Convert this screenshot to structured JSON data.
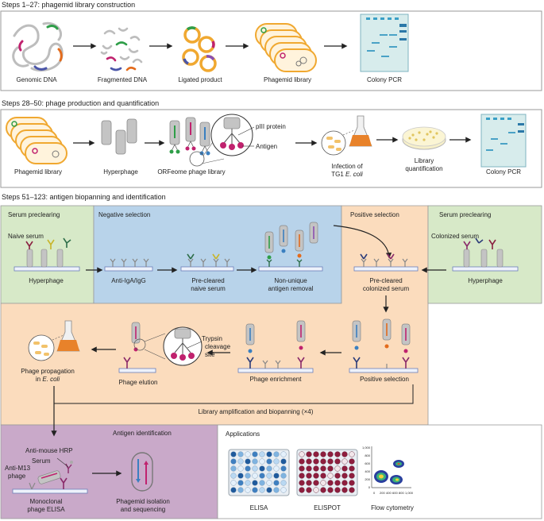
{
  "panel1": {
    "title": "Steps 1–27: phagemid library construction",
    "labels": [
      "Genomic DNA",
      "Fragmented DNA",
      "Ligated product",
      "Phagemid library",
      "Colony PCR"
    ]
  },
  "panel2": {
    "title": "Steps 28–50: phage production and quantification",
    "labels": [
      "Phagemid library",
      "Hyperphage",
      "ORFeome phage library"
    ],
    "callout_pIII": "pIII protein",
    "callout_antigen": "Antigen",
    "infection_line1": "Infection of",
    "infection_line2_prefix": "TG1 ",
    "infection_line2_italic": "E. coli",
    "quant_line1": "Library",
    "quant_line2": "quantification",
    "colony_pcr": "Colony PCR"
  },
  "panel3": {
    "title": "Steps 51–123: antigen biopanning and identification",
    "serum_preclearing_left": "Serum preclearing",
    "naive_serum": "Naive serum",
    "hyperphage_left": "Hyperphage",
    "negative_selection": "Negative selection",
    "anti_iga": "Anti-IgA/IgG",
    "precleared_naive_1": "Pre-cleared",
    "precleared_naive_2": "naive serum",
    "nonunique_1": "Non-unique",
    "nonunique_2": "antigen removal",
    "positive_selection_header": "Positive selection",
    "precleared_col_1": "Pre-cleared",
    "precleared_col_2": "colonized serum",
    "serum_preclearing_right": "Serum preclearing",
    "colonized_serum": "Colonized serum",
    "hyperphage_right": "Hyperphage",
    "phage_prop_1": "Phage propagation",
    "phage_prop_2_prefix": "in ",
    "phage_prop_2_italic": "E. coli",
    "trypsin_1": "Trypsin",
    "trypsin_2": "cleavage",
    "trypsin_3": "site",
    "phage_elution": "Phage elution",
    "phage_enrichment": "Phage enrichment",
    "positive_selection_step": "Positive selection",
    "amplification": "Library amplification and biopanning (×4)",
    "antigen_identification": "Antigen identification",
    "anti_mouse_hrp": "Anti-mouse HRP",
    "serum": "Serum",
    "anti_m13_1": "Anti-M13",
    "anti_m13_2": "phage",
    "monoclonal_1": "Monoclonal",
    "monoclonal_2": "phage ELISA",
    "phagemid_iso_1": "Phagemid isolation",
    "phagemid_iso_2": "and sequencing"
  },
  "applications": {
    "title": "Applications",
    "items": [
      "ELISA",
      "ELISPOT",
      "Flow cytometry"
    ],
    "flow_ticks": [
      "1,000",
      "800",
      "600",
      "400",
      "200",
      "0"
    ]
  },
  "colors": {
    "green_bg": "#d7e9c8",
    "blue_bg": "#b8d3ea",
    "orange_bg": "#fbdcbd",
    "purple_bg": "#c9a9c9",
    "frame": "#9a9a9a",
    "gray_phage": "#c4c4c4",
    "magenta": "#c0226e",
    "orange_ring": "#f0a830"
  }
}
